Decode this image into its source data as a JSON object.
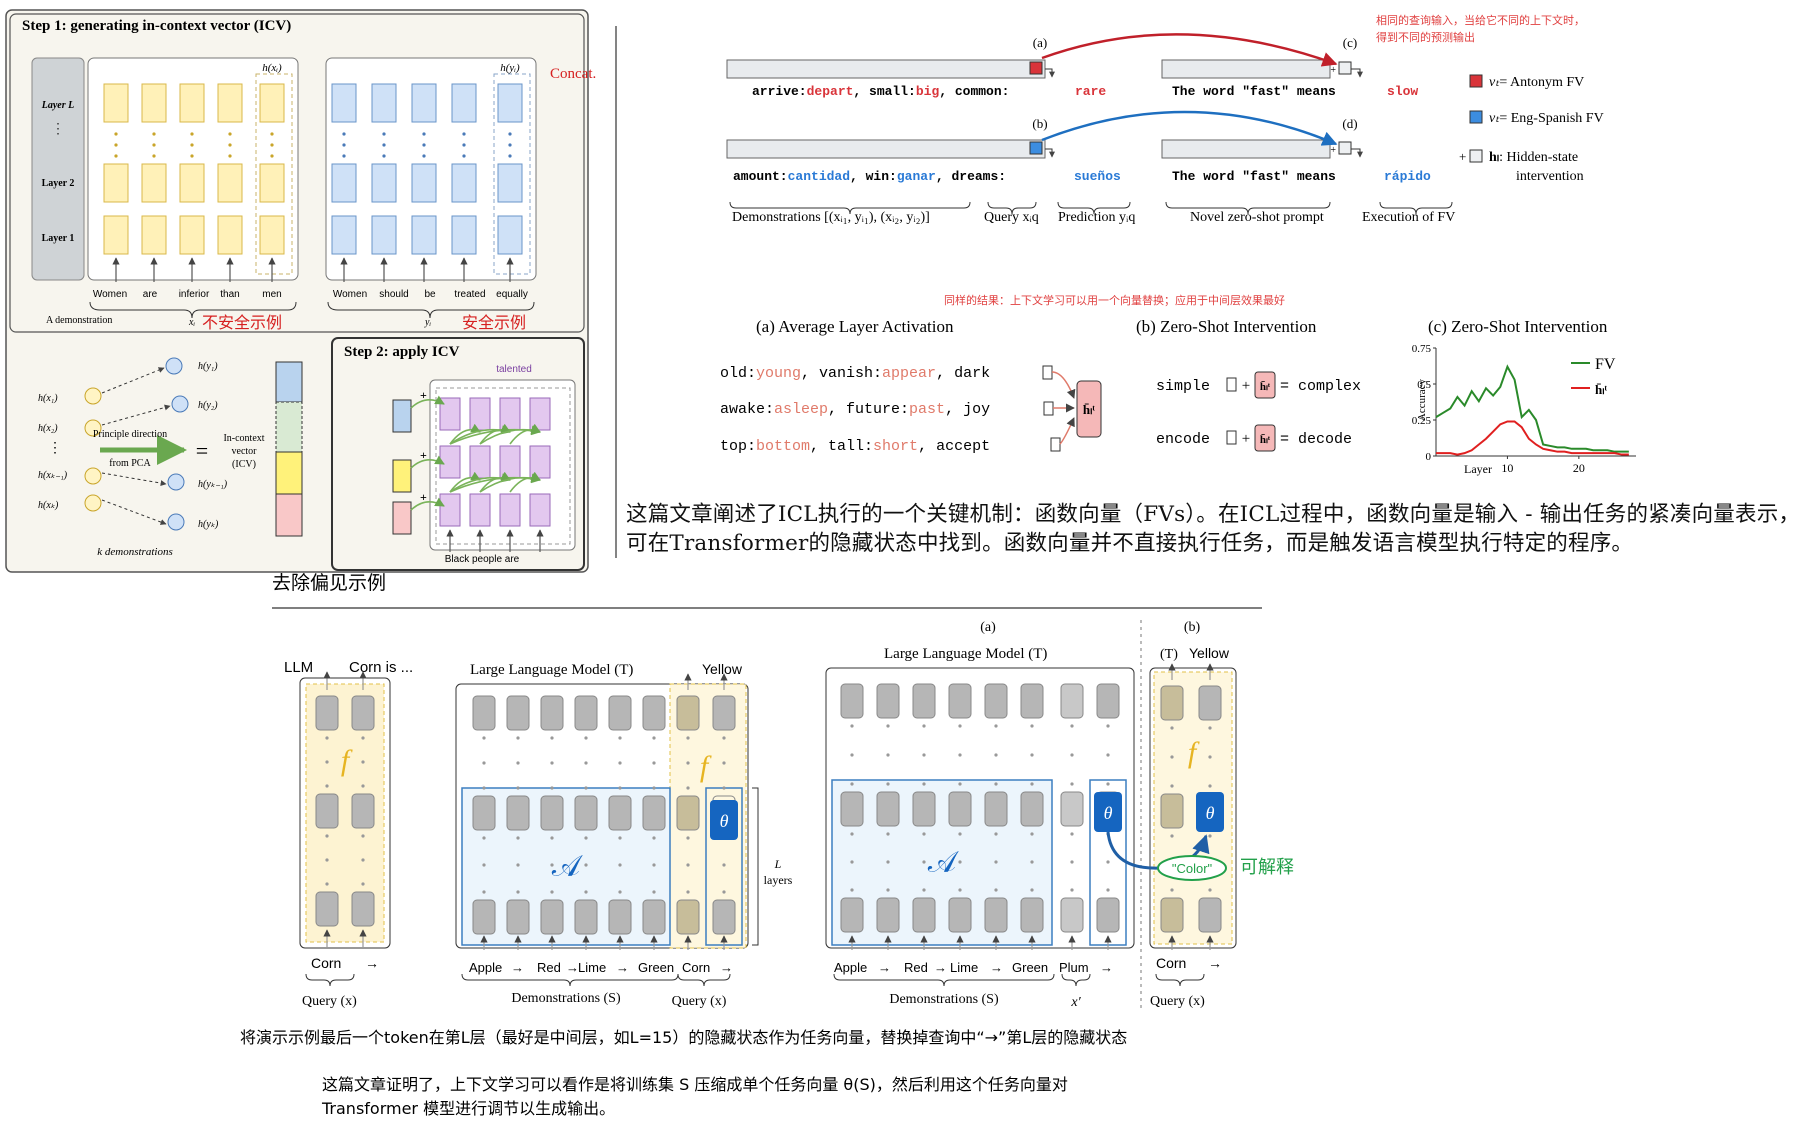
{
  "icv": {
    "step1_title": "Step 1: generating in-context vector (ICV)",
    "concat": "Concat.",
    "layers": [
      "Layer L",
      "Layer 2",
      "Layer 1"
    ],
    "h_xi": "h(xᵢ)",
    "h_yi": "h(yᵢ)",
    "unsafe_tokens": [
      "Women",
      "are",
      "inferior",
      "than",
      "men"
    ],
    "safe_tokens": [
      "Women",
      "should",
      "be",
      "treated",
      "equally"
    ],
    "a_demonstration": "A demonstration",
    "xi": "xᵢ",
    "yi": "yᵢ",
    "unsafe_label": "不安全示例",
    "safe_label": "安全示例",
    "hx": [
      "h(x₁)",
      "h(x₂)",
      "h(xₖ₋₁)",
      "h(xₖ)"
    ],
    "hy": [
      "h(y₁)",
      "h(y₂)",
      "h(yₖ₋₁)",
      "h(yₖ)"
    ],
    "principle_line1": "Principle direction",
    "principle_line2": "from PCA",
    "equals": "=",
    "icv_line1": "In-context",
    "icv_line2": "vector",
    "icv_line3": "(ICV)",
    "k_demos": "k demonstrations",
    "step2_title": "Step 2: apply ICV",
    "talented": "talented",
    "black_people": "Black people are",
    "debias_label": "去除偏见示例"
  },
  "fv": {
    "top_note_line1": "相同的查询输入，当给它不同的上下文时，",
    "top_note_line2": "得到不同的预测输出",
    "marker_a": "(a)",
    "marker_b": "(b)",
    "marker_c": "(c)",
    "marker_d": "(d)",
    "row1_prefix1": "arrive:",
    "row1_red1": "depart",
    "row1_prefix2": ", small:",
    "row1_red2": "big",
    "row1_prefix3": ", common:",
    "row1_pred": "rare",
    "row1_novel": "The word \"fast\" means",
    "row1_out": "slow",
    "row2_prefix1": "amount:",
    "row2_blue1": "cantidad",
    "row2_prefix2": ", win:",
    "row2_blue2": "ganar",
    "row2_prefix3": ", dreams:",
    "row2_pred": "sueños",
    "row2_novel": "The word \"fast\" means",
    "row2_out": "rápido",
    "legend_antonym": "= Antonym FV",
    "legend_spanish": "= Eng-Spanish FV",
    "legend_hidden_line1": ": Hidden-state",
    "legend_hidden_line2": "intervention",
    "cap_demos": "Demonstrations [(xᵢ₁, yᵢ₁), (xᵢ₂, yᵢ₂)]",
    "cap_query": "Query xᵢq",
    "cap_pred": "Prediction yᵢq",
    "cap_novel": "Novel zero-shot prompt",
    "cap_exec": "Execution of FV",
    "mid_note": "同样的结果：上下文学习可以用一个向量替换；应用于中间层效果最好",
    "panel_a_title": "(a)  Average Layer Activation",
    "panel_b_title": "(b)  Zero-Shot Intervention",
    "panel_c_title": "(c)  Zero-Shot Intervention",
    "a_rows": [
      {
        "p1": "old:",
        "c1": "young",
        "p2": ", vanish:",
        "c2": "appear",
        "p3": ", dark"
      },
      {
        "p1": "awake:",
        "c1": "asleep",
        "p2": ", future:",
        "c2": "past",
        "p3": ", joy"
      },
      {
        "p1": "top:",
        "c1": "bottom",
        "p2": ", tall:",
        "c2": "short",
        "p3": ", accept"
      }
    ],
    "b_rows": [
      {
        "left": "simple",
        "right": "= complex"
      },
      {
        "left": "encode",
        "right": "= decode"
      }
    ],
    "h_symbol": "h̄ₗᵗ",
    "legend_fv": "FV",
    "legend_h": "h̄ₗᵗ",
    "y_axis_label": "Accuracy",
    "x_axis_label": "Layer",
    "summary": "这篇文章阐述了ICL执行的一个关键机制：函数向量（FVs）。在ICL过程中，函数向量是输入 - 输出任务的紧凑向量表示，可在Transformer的隐藏状态中找到。函数向量并不直接执行任务，而是触发语言模型执行特定的程序。"
  },
  "chart_data": {
    "type": "line",
    "title": "(c)  Zero-Shot Intervention",
    "xlabel": "Layer",
    "ylabel": "Accuracy",
    "xlim": [
      0,
      28
    ],
    "ylim": [
      0,
      0.75
    ],
    "x_ticks": [
      10,
      20
    ],
    "y_ticks": [
      0,
      0.25,
      0.5,
      0.75
    ],
    "series": [
      {
        "name": "FV",
        "color": "#2a8a2a",
        "x": [
          0,
          1,
          2,
          3,
          4,
          5,
          6,
          7,
          8,
          9,
          10,
          11,
          12,
          13,
          14,
          15,
          16,
          17,
          18,
          19,
          20,
          21,
          22,
          23,
          24,
          25,
          26,
          27
        ],
        "values": [
          0.27,
          0.3,
          0.33,
          0.41,
          0.35,
          0.45,
          0.38,
          0.47,
          0.42,
          0.48,
          0.62,
          0.53,
          0.27,
          0.32,
          0.25,
          0.08,
          0.07,
          0.06,
          0.06,
          0.05,
          0.05,
          0.05,
          0.04,
          0.04,
          0.04,
          0.03,
          0.03,
          0.03
        ]
      },
      {
        "name": "h̄ₗᵗ",
        "color": "#e02020",
        "x": [
          0,
          1,
          2,
          3,
          4,
          5,
          6,
          7,
          8,
          9,
          10,
          11,
          12,
          13,
          14,
          15,
          16,
          17,
          18,
          19,
          20,
          21,
          22,
          23,
          24,
          25,
          26,
          27
        ],
        "values": [
          0.02,
          0.02,
          0.02,
          0.01,
          0.02,
          0.04,
          0.08,
          0.12,
          0.17,
          0.22,
          0.24,
          0.24,
          0.2,
          0.12,
          0.08,
          0.05,
          0.04,
          0.03,
          0.03,
          0.02,
          0.02,
          0.02,
          0.02,
          0.02,
          0.02,
          0.02,
          0.01,
          0.01
        ]
      }
    ]
  },
  "tv": {
    "llm": "LLM",
    "corn_is": "Corn is ...",
    "f": "f",
    "corn": "Corn",
    "arrow": "→",
    "query_x": "Query (x)",
    "lm_title1": "Large Language Model (T)",
    "yellow": "Yellow",
    "theta": "θ",
    "A": "𝒜",
    "L": "L",
    "layers_word": "layers",
    "demo_tokens": [
      "Apple",
      "Red",
      "Lime",
      "Green"
    ],
    "demonstrations": "Demonstrations (S)",
    "panel_a": "(a)",
    "panel_b": "(b)",
    "lm_title2": "Large Language Model (T)",
    "plum": "Plum",
    "x_prime": "x′",
    "t_small": "(T)",
    "color_word": "\"Color\"",
    "interpretable": "可解释",
    "caption1": "将演示示例最后一个token在第L层（最好是中间层，如L=15）的隐藏状态作为任务向量，替换掉查询中“→”第L层的隐藏状态",
    "caption2_line1": "这篇文章证明了，上下文学习可以看作是将训练集 S 压缩成单个任务向量 θ(S)，然后利用这个任务向量对",
    "caption2_line2": "Transformer 模型进行调节以生成输出。"
  }
}
